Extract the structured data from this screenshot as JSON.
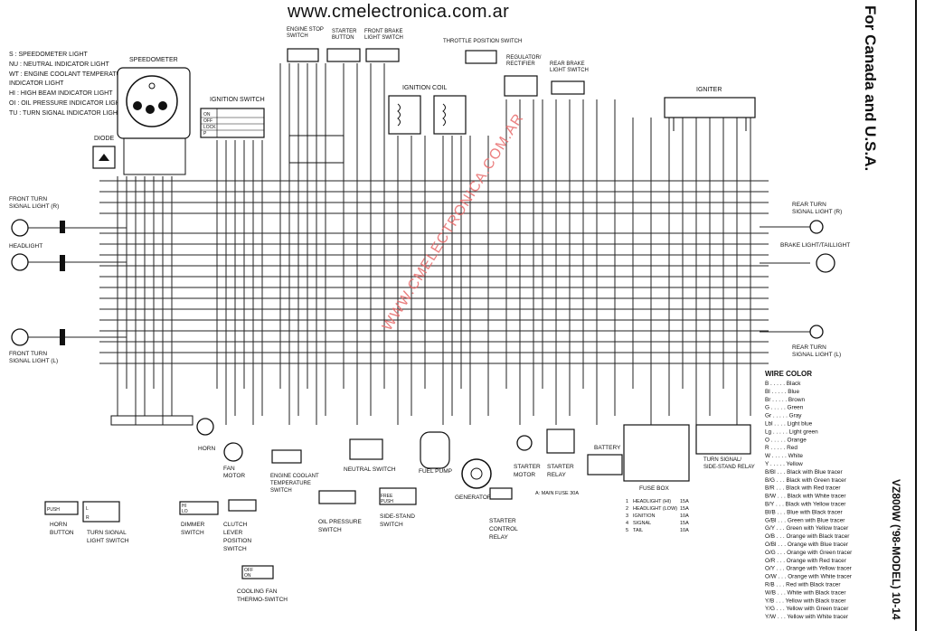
{
  "header": {
    "url": "www.cmelectronica.com.ar"
  },
  "side_title": "For Canada and U.S.A.",
  "model_title": "VZ800W ('98-MODEL) 10-14",
  "watermark": "WWW.CMELECTRONICA.COM.AR",
  "indicator_key": [
    "S : SPEEDOMETER LIGHT",
    "NU : NEUTRAL INDICATOR LIGHT",
    "WT : ENGINE COOLANT TEMPERATURE",
    "      INDICATOR LIGHT",
    "HI : HIGH BEAM INDICATOR LIGHT",
    "OI : OIL PRESSURE INDICATOR LIGHT",
    "TU : TURN SIGNAL INDICATOR LIGHT"
  ],
  "components": {
    "speedometer": "SPEEDOMETER",
    "diode": "DIODE",
    "ignition_switch": "IGNITION SWITCH",
    "engine_stop_switch": [
      "ENGINE STOP",
      "SWITCH"
    ],
    "starter_button": [
      "STARTER",
      "BUTTON"
    ],
    "front_brake_switch": [
      "FRONT BRAKE",
      "LIGHT SWITCH"
    ],
    "ignition_coil": "IGNITION COIL",
    "throttle_position_switch": "THROTTLE POSITION SWITCH",
    "regulator": [
      "REGULATOR/",
      "RECTIFIER"
    ],
    "rear_brake_switch": [
      "REAR BRAKE",
      "LIGHT SWITCH"
    ],
    "igniter": "IGNITER",
    "front_turn_r": [
      "FRONT TURN",
      "SIGNAL LIGHT (R)"
    ],
    "headlight": "HEADLIGHT",
    "front_turn_l": [
      "FRONT TURN",
      "SIGNAL LIGHT (L)"
    ],
    "rear_turn_r": [
      "REAR TURN",
      "SIGNAL LIGHT (R)"
    ],
    "brake_light": "BRAKE LIGHT/TAILLIGHT",
    "rear_turn_l": [
      "REAR TURN",
      "SIGNAL LIGHT (L)"
    ],
    "horn": "HORN",
    "fan_motor": [
      "FAN",
      "MOTOR"
    ],
    "coolant_temp_switch": [
      "ENGINE COOLANT",
      "TEMPERATURE",
      "SWITCH"
    ],
    "neutral_switch": "NEUTRAL SWITCH",
    "oil_pressure_switch": [
      "OIL PRESSURE",
      "SWITCH"
    ],
    "side_stand_switch": [
      "SIDE-STAND",
      "SWITCH"
    ],
    "fuel_pump": "FUEL PUMP",
    "generator": "GENERATOR",
    "starter_control_relay": [
      "STARTER",
      "CONTROL",
      "RELAY"
    ],
    "starter_motor": [
      "STARTER",
      "MOTOR"
    ],
    "starter_relay": [
      "STARTER",
      "RELAY"
    ],
    "battery": "BATTERY",
    "main_fuse": "A: MAIN FUSE 30A",
    "fuse_box": "FUSE BOX",
    "turn_relay": [
      "TURN SIGNAL/",
      "SIDE-STAND RELAY"
    ],
    "horn_button": [
      "HORN",
      "BUTTON"
    ],
    "turn_switch": [
      "TURN SIGNAL",
      "LIGHT SWITCH"
    ],
    "dimmer_switch": [
      "DIMMER",
      "SWITCH"
    ],
    "clutch_switch": [
      "CLUTCH",
      "LEVER",
      "POSITION",
      "SWITCH"
    ],
    "fan_thermo_switch": [
      "COOLING FAN",
      "THERMO-SWITCH"
    ]
  },
  "fuses": [
    {
      "num": "1",
      "name": "HEADLIGHT (HI)",
      "amp": "15A"
    },
    {
      "num": "2",
      "name": "HEADLIGHT (LOW)",
      "amp": "15A"
    },
    {
      "num": "3",
      "name": "IGNITION",
      "amp": "10A"
    },
    {
      "num": "4",
      "name": "SIGNAL",
      "amp": "15A"
    },
    {
      "num": "5",
      "name": "TAIL",
      "amp": "10A"
    }
  ],
  "wire_color": {
    "title": "WIRE COLOR",
    "entries": [
      "B . . . . . Black",
      "Bl . . . . . Blue",
      "Br . . . . . Brown",
      "G . . . . . Green",
      "Gr . . . . . Gray",
      "Lbl . . . . Light blue",
      "Lg . . . . . Light green",
      "O . . . . . Orange",
      "R . . . . . Red",
      "W . . . . . White",
      "Y . . . . . Yellow",
      "B/Bl . . . Black with Blue tracer",
      "B/G . . . Black with Green tracer",
      "B/R . . . Black with Red tracer",
      "B/W . . . Black with White tracer",
      "B/Y . . . Black with Yellow tracer",
      "Bl/B . . . Blue with Black tracer",
      "G/Bl . . . Green with Blue tracer",
      "G/Y . . . Green with Yellow tracer",
      "O/B . . . Orange with Black tracer",
      "O/Bl . . . Orange with Blue tracer",
      "O/G . . . Orange with Green tracer",
      "O/R . . . Orange with Red tracer",
      "O/Y . . . Orange with Yellow tracer",
      "O/W . . . Orange with White tracer",
      "R/B . . . Red with Black tracer",
      "W/B . . . White with Black tracer",
      "Y/B . . . Yellow with Black tracer",
      "Y/G . . . Yellow with Green tracer",
      "Y/W . . . Yellow with White tracer"
    ]
  },
  "switch_labels": {
    "off": "OFF",
    "on": "ON",
    "push": "PUSH",
    "lock": "LOCK",
    "p": "P",
    "free": "FREE",
    "hi": "HI",
    "lo": "LO",
    "l": "L",
    "r": "R"
  },
  "colors": {
    "watermark": "#e86a6a",
    "ink": "#111111"
  }
}
